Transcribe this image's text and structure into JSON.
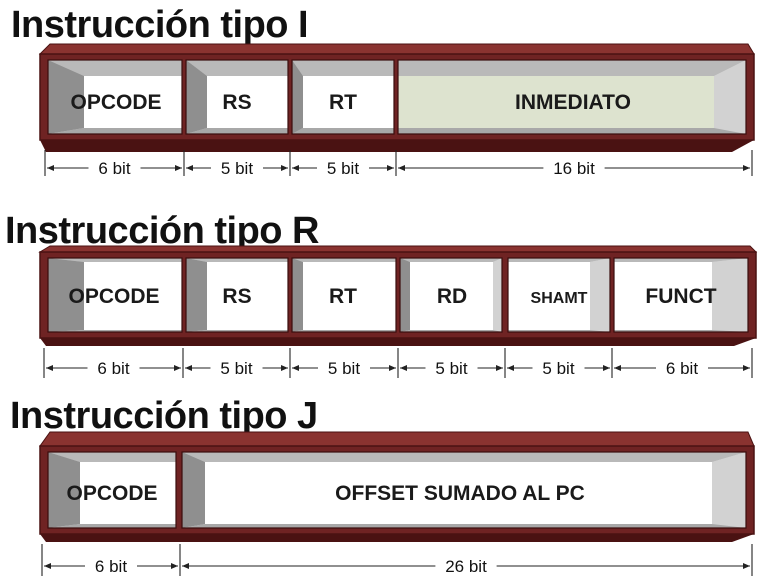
{
  "colors": {
    "frame": "#6f2323",
    "frame_top": "#8a3330",
    "frame_dark": "#4a1212",
    "bevel_left": "#8f8f8f",
    "bevel_light": "#d2d2d2",
    "bevel_top": "#b9b9b9",
    "cell_face": "#ffffff",
    "immediate_face": "#dde3cf"
  },
  "instructions": [
    {
      "title": "Instrucción tipo I",
      "fields": [
        {
          "name": "OPCODE",
          "bits": "6 bit"
        },
        {
          "name": "RS",
          "bits": "5 bit"
        },
        {
          "name": "RT",
          "bits": "5 bit"
        },
        {
          "name": "INMEDIATO",
          "bits": "16 bit"
        }
      ]
    },
    {
      "title": "Instrucción tipo R",
      "fields": [
        {
          "name": "OPCODE",
          "bits": "6 bit"
        },
        {
          "name": "RS",
          "bits": "5 bit"
        },
        {
          "name": "RT",
          "bits": "5 bit"
        },
        {
          "name": "RD",
          "bits": "5 bit"
        },
        {
          "name": "SHAMT",
          "bits": "5 bit"
        },
        {
          "name": "FUNCT",
          "bits": "6 bit"
        }
      ]
    },
    {
      "title": "Instrucción tipo J",
      "fields": [
        {
          "name": "OPCODE",
          "bits": "6 bit"
        },
        {
          "name": "OFFSET SUMADO AL PC",
          "bits": "26 bit"
        }
      ]
    }
  ]
}
